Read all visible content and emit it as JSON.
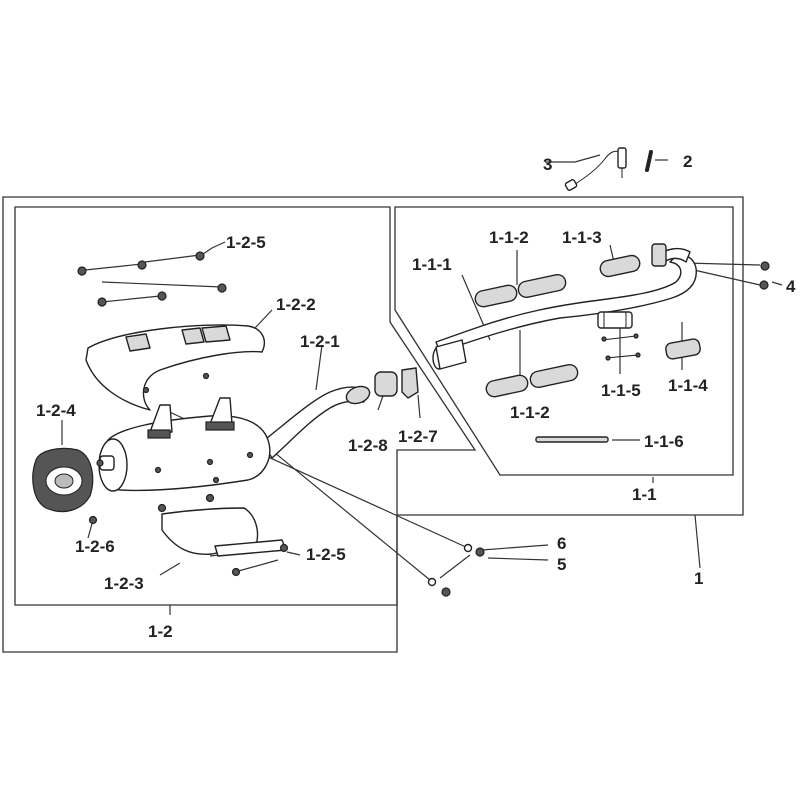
{
  "diagram": {
    "labels": {
      "l_1": "1",
      "l_1_1": "1-1",
      "l_1_1_1": "1-1-1",
      "l_1_1_2_top": "1-1-2",
      "l_1_1_2_bottom": "1-1-2",
      "l_1_1_3": "1-1-3",
      "l_1_1_4": "1-1-4",
      "l_1_1_5": "1-1-5",
      "l_1_1_6": "1-1-6",
      "l_1_2": "1-2",
      "l_1_2_1": "1-2-1",
      "l_1_2_2": "1-2-2",
      "l_1_2_3": "1-2-3",
      "l_1_2_4": "1-2-4",
      "l_1_2_5_top": "1-2-5",
      "l_1_2_5_bottom": "1-2-5",
      "l_1_2_6": "1-2-6",
      "l_1_2_7": "1-2-7",
      "l_1_2_8": "1-2-8",
      "l_2": "2",
      "l_3": "3",
      "l_4": "4",
      "l_5": "5",
      "l_6": "6"
    }
  }
}
